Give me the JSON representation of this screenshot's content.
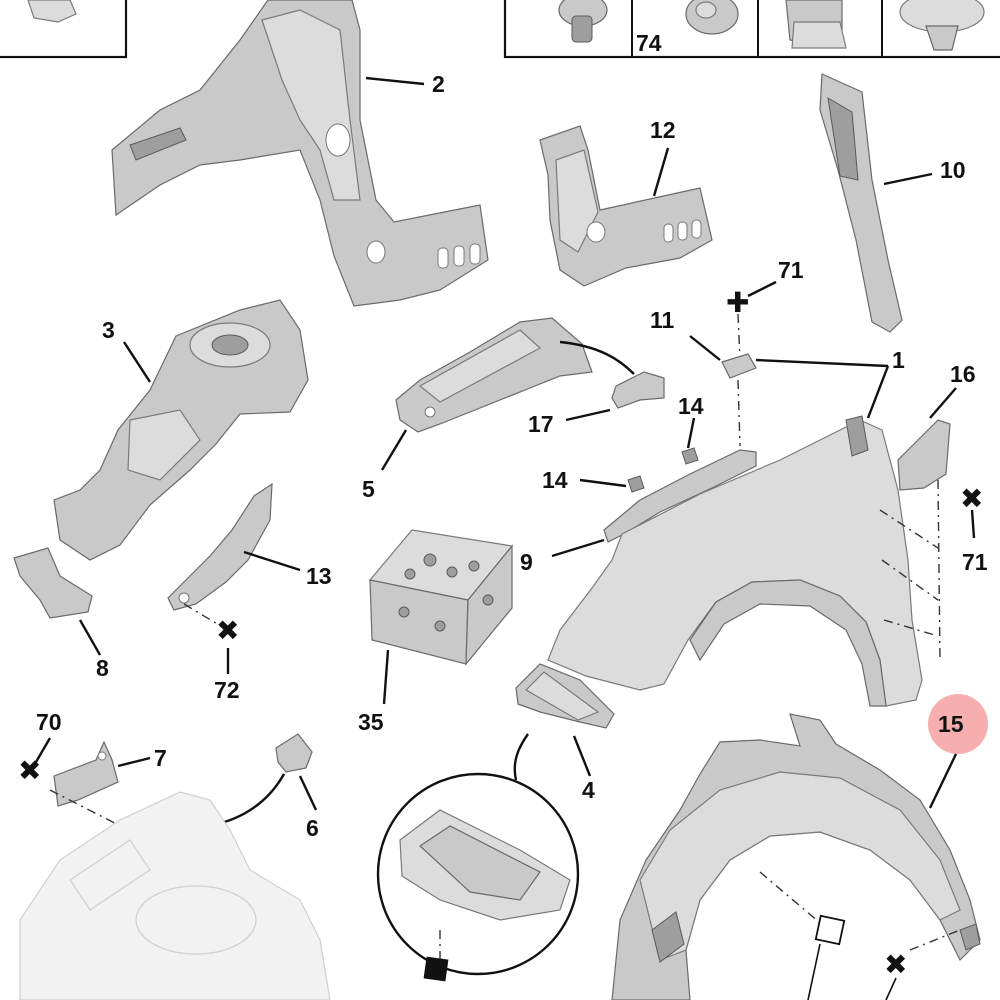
{
  "callouts": {
    "c1": "1",
    "c2": "2",
    "c3": "3",
    "c4": "4",
    "c5": "5",
    "c6": "6",
    "c7": "7",
    "c8": "8",
    "c9": "9",
    "c10": "10",
    "c11": "11",
    "c12": "12",
    "c13": "13",
    "c14a": "14",
    "c14b": "14",
    "c15": "15",
    "c16": "16",
    "c17": "17",
    "c35": "35",
    "c70": "70",
    "c71a": "71",
    "c71b": "71",
    "c72": "72",
    "c74": "74"
  },
  "highlight": {
    "part": "15",
    "color": "#f4a0a0"
  },
  "colors": {
    "part_fill": "#c9c9c9",
    "outline": "#111111"
  }
}
